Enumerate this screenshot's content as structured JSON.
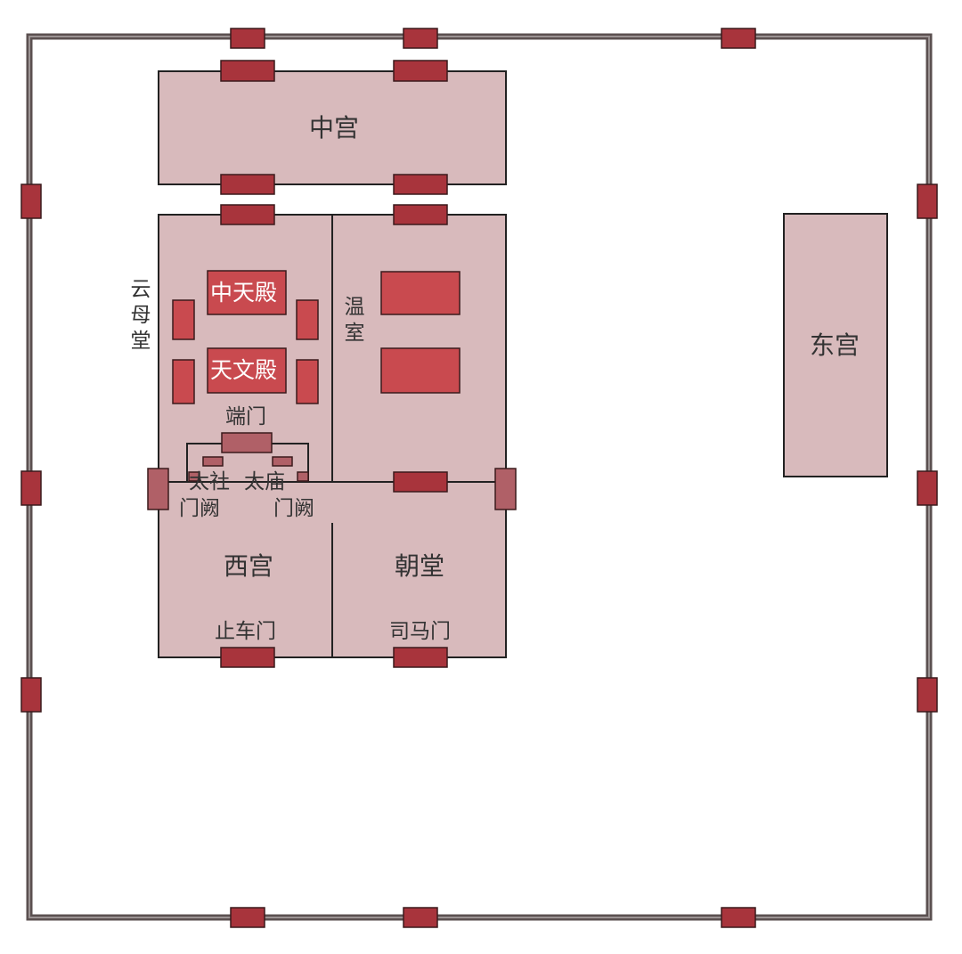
{
  "colors": {
    "wall": "#5b5050",
    "wall_inner": "#9b9393",
    "gate": "#a8343c",
    "gate_stroke": "#3a1a1c",
    "courtyard_fill": "#d8babc",
    "courtyard_stroke": "#222222",
    "hall_fill": "#c94a4f",
    "small_gate_fill": "#b06067",
    "label_dark": "#333333",
    "label_light": "#ffffff"
  },
  "labels": {
    "zhong_gong": "中宫",
    "dong_gong": "东宫",
    "xi_gong": "西宫",
    "chao_tang": "朝堂",
    "yun_mu_tang": "云母堂",
    "wen_shi": "温室",
    "zhong_tian_dian": "中天殿",
    "tian_wen_dian": "天文殿",
    "duan_men": "端门",
    "tai_she_men_que_1": "太社",
    "tai_she_men_que_2": "门阙",
    "tai_miao_men_que_1": "太庙",
    "tai_miao_men_que_2": "门阙",
    "zhi_che_men": "止车门",
    "si_ma_men": "司马门"
  }
}
